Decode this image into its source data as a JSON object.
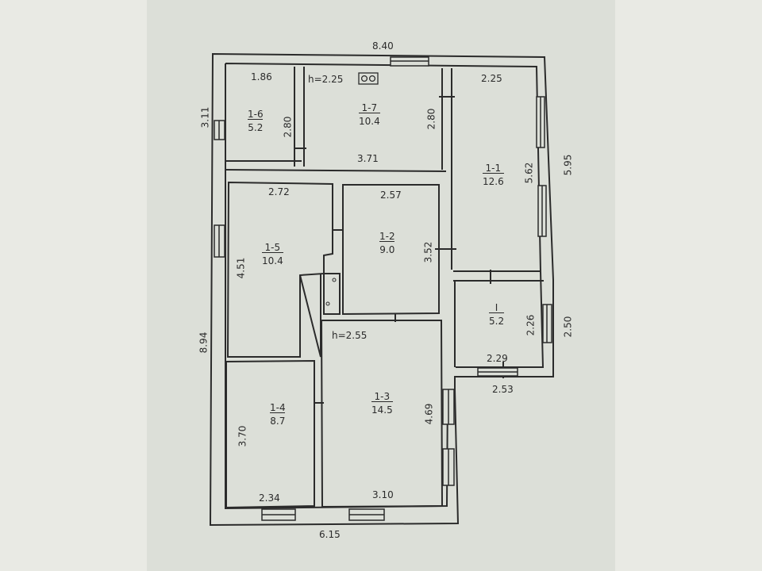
{
  "plan": {
    "overall": {
      "top": "8.40",
      "left": "3.11",
      "right": "5.95",
      "left_full": "8.94",
      "bottom": "6.15",
      "annex_bottom": "2.53",
      "annex_right": "2.50"
    },
    "heights": {
      "h1": "h=2.25",
      "h2": "h=2.55"
    },
    "rooms": [
      {
        "id": "1-6",
        "area": "5.2",
        "width": "1.86",
        "depth": "2.80"
      },
      {
        "id": "1-7",
        "area": "10.4",
        "width": "3.71",
        "depth": "2.80"
      },
      {
        "id": "1-1",
        "area": "12.6",
        "width": "2.25",
        "depth": "5.62"
      },
      {
        "id": "1-5",
        "area": "10.4",
        "width": "2.72",
        "depth": "4.51"
      },
      {
        "id": "1-2",
        "area": "9.0",
        "width": "2.57",
        "depth": "3.52"
      },
      {
        "id": "I",
        "area": "5.2",
        "width": "2.29",
        "depth": "2.26"
      },
      {
        "id": "1-4",
        "area": "8.7",
        "width": "2.34",
        "depth": "3.70"
      },
      {
        "id": "1-3",
        "area": "14.5",
        "width": "3.10",
        "depth": "4.69"
      }
    ],
    "colors": {
      "paper": "#dcdfd8",
      "ink": "#2b2b2b",
      "background": "#e9eae4"
    },
    "icons": {
      "stove": "stove-icon"
    }
  }
}
